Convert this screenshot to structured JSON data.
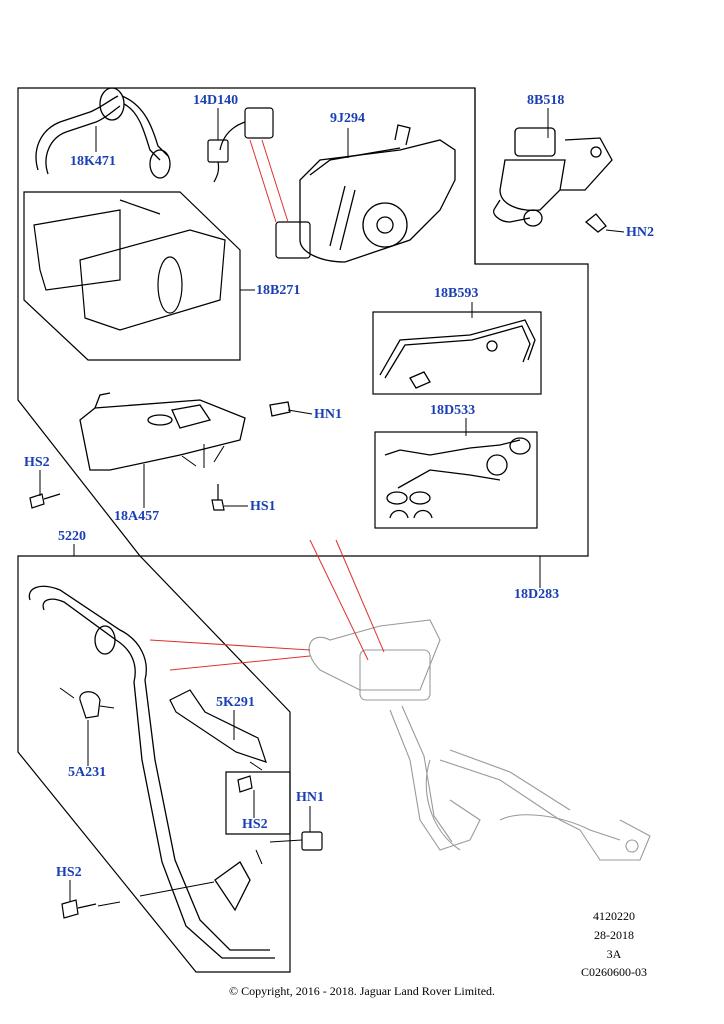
{
  "callouts": {
    "c_18K471": "18K471",
    "c_14D140": "14D140",
    "c_9J294": "9J294",
    "c_8B518": "8B518",
    "c_HN2": "HN2",
    "c_18B271": "18B271",
    "c_18B593": "18B593",
    "c_HN1_top": "HN1",
    "c_18D533": "18D533",
    "c_HS2_left": "HS2",
    "c_HS1": "HS1",
    "c_18A457": "18A457",
    "c_5220": "5220",
    "c_18D283": "18D283",
    "c_5K291": "5K291",
    "c_5A231": "5A231",
    "c_HN1_bottom": "HN1",
    "c_HS2_mid": "HS2",
    "c_HS2_bottom": "HS2"
  },
  "meta": {
    "illustration_number": "4120220",
    "date": "28-2018",
    "revision": "3A",
    "catalog_code": "C0260600-03"
  },
  "copyright": "© Copyright, 2016 - 2018. Jaguar Land Rover Limited.",
  "colors": {
    "callout_text": "#1a3fb4",
    "leader_red": "#e03030",
    "line": "#000000",
    "ghost": "#9a9a9a"
  }
}
